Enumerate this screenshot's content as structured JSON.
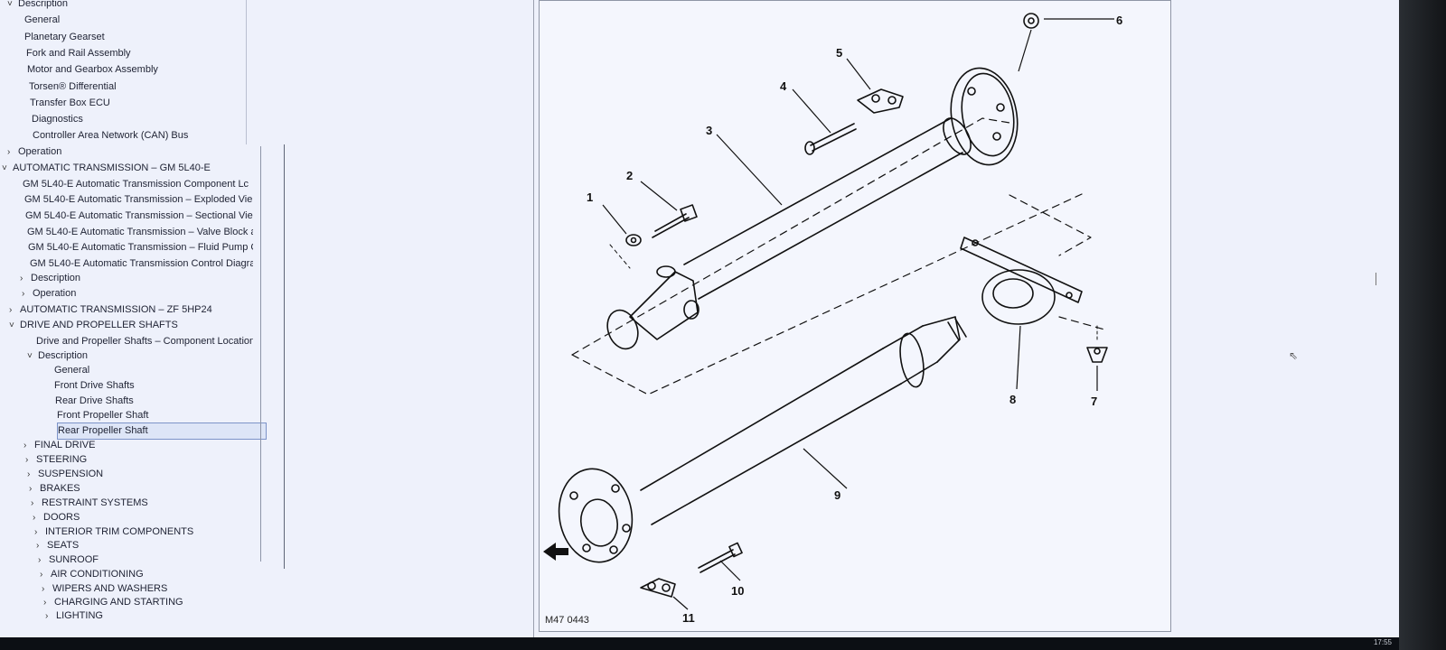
{
  "tree": {
    "items": [
      {
        "label": "Description",
        "chevron": "˅",
        "indent": 0
      },
      {
        "label": "General",
        "chevron": "",
        "indent": 1
      },
      {
        "label": "Planetary Gearset",
        "chevron": "",
        "indent": 1
      },
      {
        "label": "Fork and Rail Assembly",
        "chevron": "",
        "indent": 1
      },
      {
        "label": "Motor and Gearbox Assembly",
        "chevron": "",
        "indent": 1
      },
      {
        "label": "Torsen® Differential",
        "chevron": "",
        "indent": 1
      },
      {
        "label": "Transfer Box ECU",
        "chevron": "",
        "indent": 1
      },
      {
        "label": "Diagnostics",
        "chevron": "",
        "indent": 1
      },
      {
        "label": "Controller Area Network (CAN) Bus",
        "chevron": "",
        "indent": 1
      },
      {
        "label": "Operation",
        "chevron": "›",
        "indent": 0
      },
      {
        "label": "AUTOMATIC TRANSMISSION – GM 5L40-E",
        "chevron": "˅",
        "indent": 0
      },
      {
        "label": "GM 5L40-E Automatic Transmission Component Lc",
        "chevron": "",
        "indent": 1
      },
      {
        "label": "GM 5L40-E Automatic Transmission – Exploded Vie",
        "chevron": "",
        "indent": 1
      },
      {
        "label": "GM 5L40-E Automatic Transmission – Sectional Vie",
        "chevron": "",
        "indent": 1
      },
      {
        "label": "GM 5L40-E Automatic Transmission – Valve Block a",
        "chevron": "",
        "indent": 1
      },
      {
        "label": "GM 5L40-E Automatic Transmission – Fluid Pump C",
        "chevron": "",
        "indent": 1
      },
      {
        "label": "GM 5L40-E Automatic Transmission Control Diagra",
        "chevron": "",
        "indent": 1
      },
      {
        "label": "Description",
        "chevron": "›",
        "indent": 1
      },
      {
        "label": "Operation",
        "chevron": "›",
        "indent": 1
      },
      {
        "label": "AUTOMATIC TRANSMISSION – ZF 5HP24",
        "chevron": "›",
        "indent": 0
      },
      {
        "label": "DRIVE AND PROPELLER SHAFTS",
        "chevron": "˅",
        "indent": 0
      },
      {
        "label": "Drive and Propeller Shafts – Component Location",
        "chevron": "",
        "indent": 1
      },
      {
        "label": "Description",
        "chevron": "˅",
        "indent": 1
      },
      {
        "label": "General",
        "chevron": "",
        "indent": 2
      },
      {
        "label": "Front Drive Shafts",
        "chevron": "",
        "indent": 2
      },
      {
        "label": "Rear Drive Shafts",
        "chevron": "",
        "indent": 2
      },
      {
        "label": "Front Propeller Shaft",
        "chevron": "",
        "indent": 2
      },
      {
        "label": "Rear Propeller Shaft",
        "chevron": "",
        "indent": 2,
        "selected": true
      },
      {
        "label": "FINAL DRIVE",
        "chevron": "›",
        "indent": 0
      },
      {
        "label": "STEERING",
        "chevron": "›",
        "indent": 0
      },
      {
        "label": "SUSPENSION",
        "chevron": "›",
        "indent": 0
      },
      {
        "label": "BRAKES",
        "chevron": "›",
        "indent": 0
      },
      {
        "label": "RESTRAINT SYSTEMS",
        "chevron": "›",
        "indent": 0
      },
      {
        "label": "DOORS",
        "chevron": "›",
        "indent": 0
      },
      {
        "label": "INTERIOR TRIM COMPONENTS",
        "chevron": "›",
        "indent": 0
      },
      {
        "label": "SEATS",
        "chevron": "›",
        "indent": 0
      },
      {
        "label": "SUNROOF",
        "chevron": "›",
        "indent": 0
      },
      {
        "label": "AIR CONDITIONING",
        "chevron": "›",
        "indent": 0
      },
      {
        "label": "WIPERS AND WASHERS",
        "chevron": "›",
        "indent": 0
      },
      {
        "label": "CHARGING AND STARTING",
        "chevron": "›",
        "indent": 0
      },
      {
        "label": "LIGHTING",
        "chevron": "›",
        "indent": 0
      }
    ]
  },
  "figure": {
    "code": "M47 0443",
    "callouts": [
      "1",
      "2",
      "3",
      "4",
      "5",
      "6",
      "7",
      "8",
      "9",
      "10",
      "11"
    ]
  },
  "taskbar": {
    "clock": "17:55"
  }
}
